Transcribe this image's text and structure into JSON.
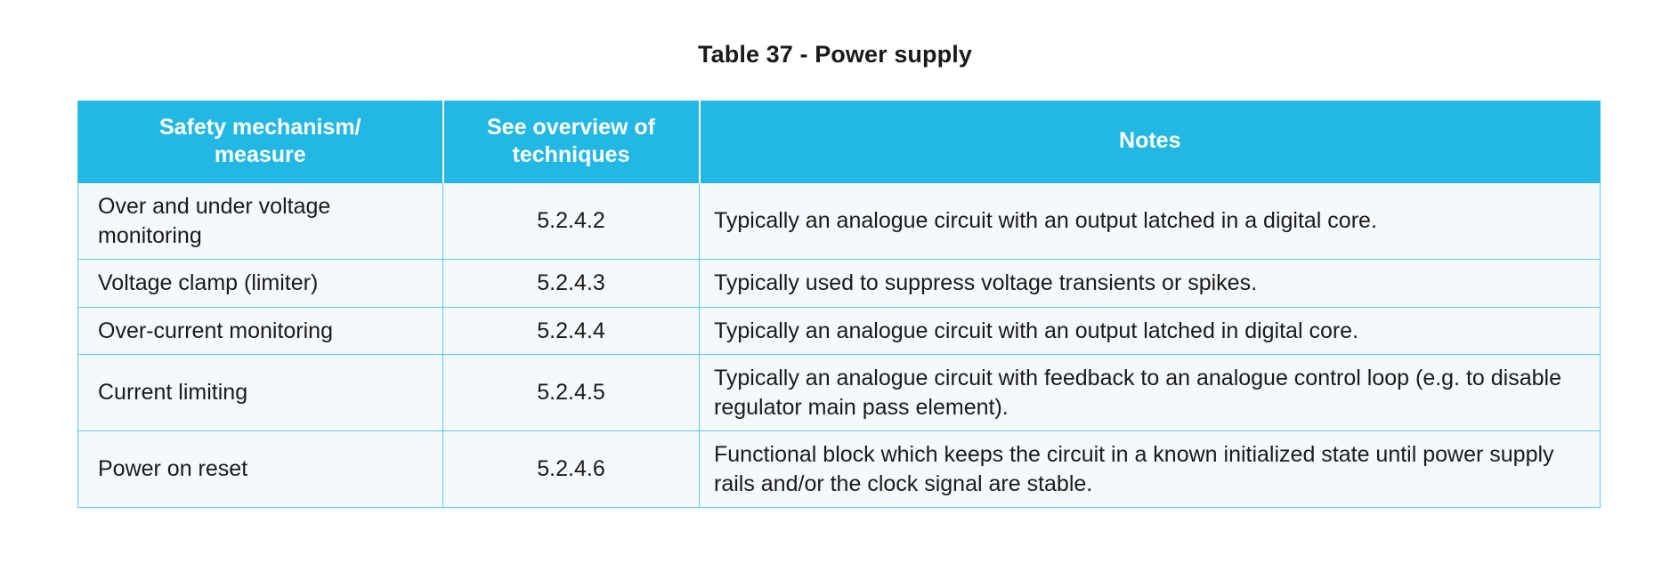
{
  "caption": "Table 37 - Power supply",
  "colors": {
    "header_background": "#22b8e3",
    "header_text": "#ffffff",
    "border": "#5ecbea",
    "row_background_tint": "#f5f9fc",
    "row_background_plain": "#ffffff",
    "body_text": "#1a1a1a"
  },
  "table": {
    "columns": [
      {
        "key": "mechanism",
        "label": "Safety mechanism/ measure"
      },
      {
        "key": "clause",
        "label": "See overview of techniques"
      },
      {
        "key": "notes",
        "label": "Notes"
      }
    ],
    "header": {
      "mechanism_line1": "Safety mechanism/",
      "mechanism_line2": "measure",
      "clause_line1": "See overview of",
      "clause_line2": "techniques",
      "notes": "Notes"
    },
    "rows": [
      {
        "mechanism": "Over and under voltage monitoring",
        "clause": "5.2.4.2",
        "notes": "Typically an analogue circuit with an output latched in a digital core."
      },
      {
        "mechanism": "Voltage clamp (limiter)",
        "clause": "5.2.4.3",
        "notes": "Typically used to suppress voltage transients or spikes."
      },
      {
        "mechanism": "Over-current monitoring",
        "clause": "5.2.4.4",
        "notes": "Typically an analogue circuit with an output latched in digital core."
      },
      {
        "mechanism": "Current limiting",
        "clause": "5.2.4.5",
        "notes": "Typically an analogue circuit with feedback to an analogue control loop (e.g. to disable regulator main pass element)."
      },
      {
        "mechanism": "Power on reset",
        "clause": "5.2.4.6",
        "notes": "Functional block which keeps the circuit in a known initialized state until power supply rails and/or the clock signal are stable."
      }
    ]
  }
}
